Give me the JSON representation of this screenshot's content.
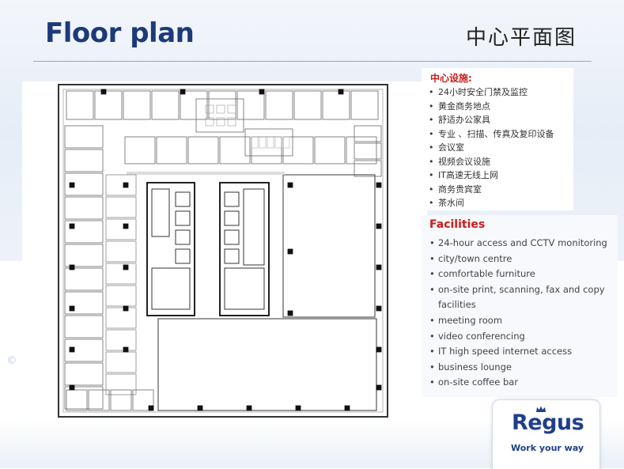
{
  "header": {
    "title": "Floor plan",
    "title_cn": "中心平面图"
  },
  "facilities_cn": {
    "heading": "中心设施:",
    "items": [
      "24小时安全门禁及监控",
      "黄金商务地点",
      "舒适办公家具",
      "专业 、扫描、传真及复印设备",
      "会议室",
      "视频会议设施",
      "IT高速无线上网",
      "商务贵宾室",
      "茶水间"
    ]
  },
  "facilities_en": {
    "heading": "Facilities",
    "items": [
      "24-hour access and CCTV monitoring",
      "city/town centre",
      "comfortable furniture",
      "on-site print, scanning, fax and copy",
      "meeting room",
      "video conferencing",
      "IT high speed internet access",
      "business lounge",
      "on-site coffee bar"
    ],
    "item_continuation": "facilities"
  },
  "logo": {
    "wordmark": "Regus",
    "tagline": "Work your way"
  },
  "colors": {
    "title_blue": "#1c3a7a",
    "accent_red": "#d11a1a",
    "brand_blue": "#1f3f8c"
  }
}
